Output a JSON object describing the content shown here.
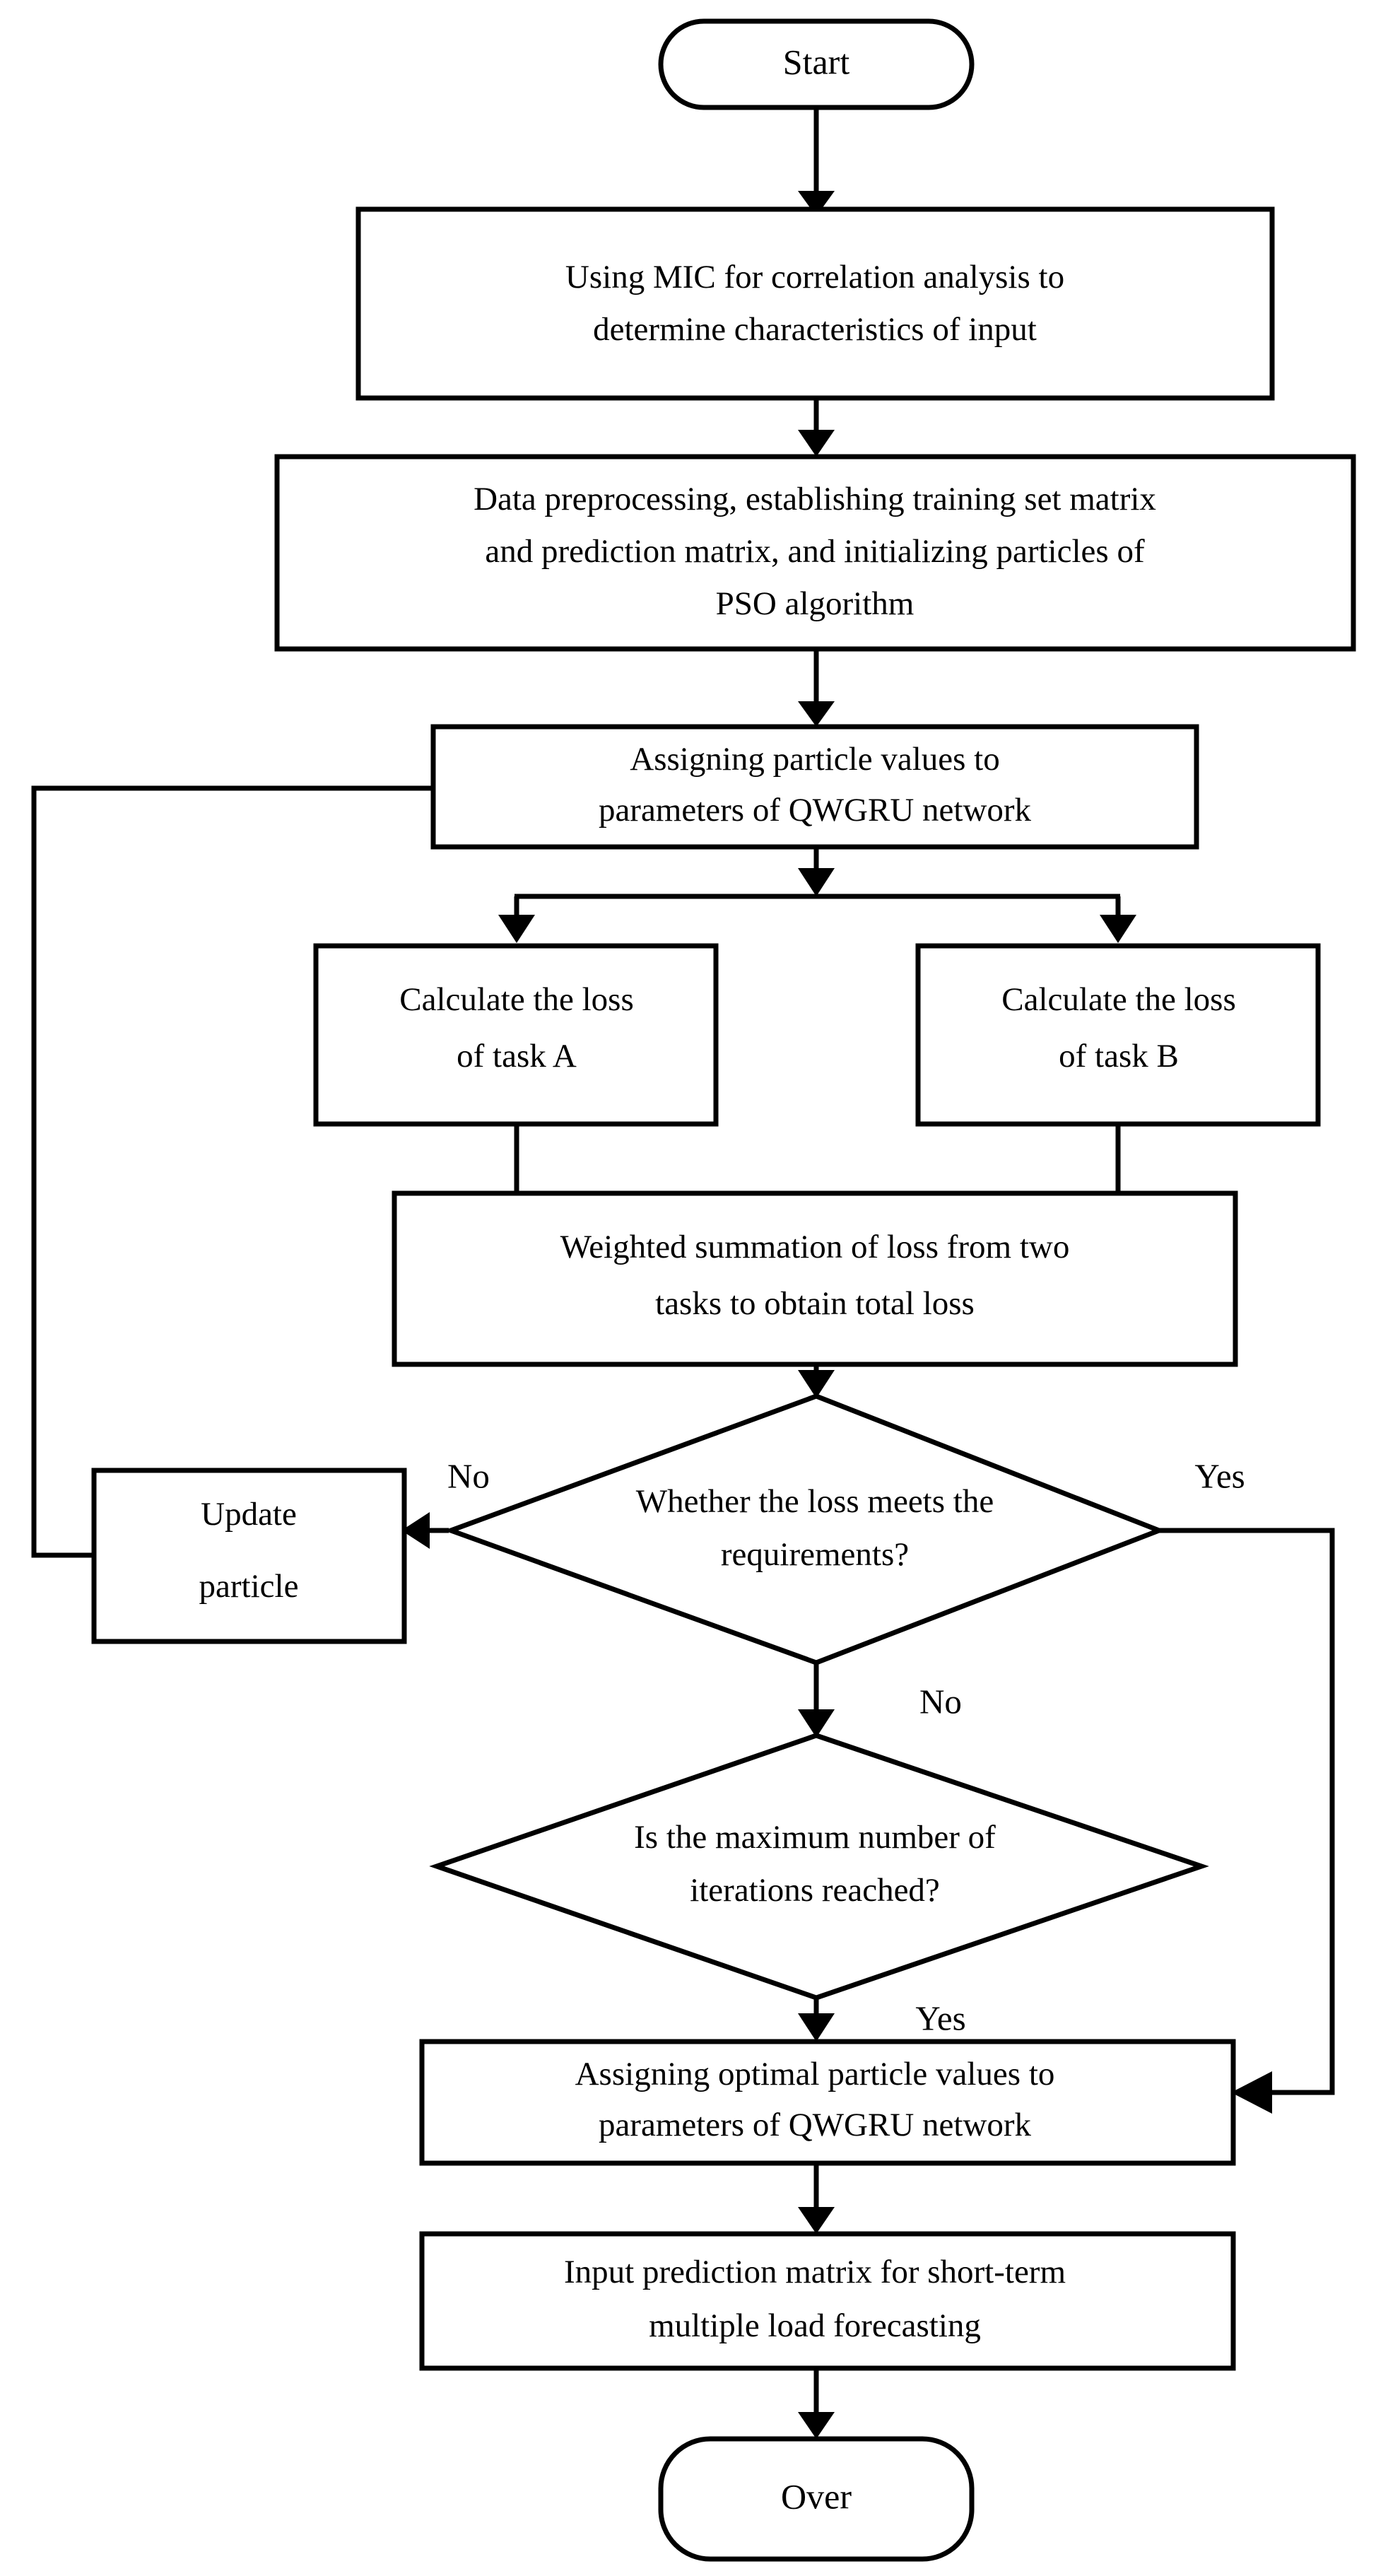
{
  "diagram": {
    "type": "flowchart",
    "title": "PSO-optimized QWGRU multi-task short-term multiple load forecasting flowchart",
    "orientation": "top-to-bottom",
    "stroke_color": "#000000",
    "fill_color": "#ffffff",
    "nodes": [
      {
        "id": "start",
        "shape": "terminator",
        "text": "Start"
      },
      {
        "id": "mic",
        "shape": "process",
        "line1": "Using MIC for correlation analysis to",
        "line2": "determine characteristics of input"
      },
      {
        "id": "preprocess",
        "shape": "process",
        "line1": "Data preprocessing, establishing training set matrix",
        "line2": "and prediction matrix, and initializing particles of",
        "line3": "PSO algorithm"
      },
      {
        "id": "assign",
        "shape": "process",
        "line1": "Assigning particle values to",
        "line2": "parameters of QWGRU network"
      },
      {
        "id": "lossA",
        "shape": "process",
        "line1": "Calculate the loss",
        "line2": "of task A"
      },
      {
        "id": "lossB",
        "shape": "process",
        "line1": "Calculate the loss",
        "line2": "of task B"
      },
      {
        "id": "weighted",
        "shape": "process",
        "line1": "Weighted summation of loss from two",
        "line2": "tasks to obtain total loss"
      },
      {
        "id": "decision1",
        "shape": "decision",
        "line1": "Whether the loss meets the",
        "line2": "requirements?"
      },
      {
        "id": "update",
        "shape": "process",
        "line1": "Update",
        "line2": "particle"
      },
      {
        "id": "decision2",
        "shape": "decision",
        "line1": "Is the maximum number of",
        "line2": "iterations reached?"
      },
      {
        "id": "assignopt",
        "shape": "process",
        "line1": "Assigning optimal particle values to",
        "line2": "parameters of QWGRU network"
      },
      {
        "id": "forecast",
        "shape": "process",
        "line1": "Input prediction matrix for short-term",
        "line2": "multiple load forecasting"
      },
      {
        "id": "over",
        "shape": "terminator",
        "text": "Over"
      }
    ],
    "edge_labels": {
      "decision1_no": "No",
      "decision1_yes": "Yes",
      "decision2_no": "No",
      "decision2_yes": "Yes"
    },
    "edges": [
      {
        "from": "start",
        "to": "mic",
        "label": ""
      },
      {
        "from": "mic",
        "to": "preprocess",
        "label": ""
      },
      {
        "from": "preprocess",
        "to": "assign",
        "label": ""
      },
      {
        "from": "assign",
        "to": "lossA",
        "label": ""
      },
      {
        "from": "assign",
        "to": "lossB",
        "label": ""
      },
      {
        "from": "lossA",
        "to": "weighted",
        "label": ""
      },
      {
        "from": "lossB",
        "to": "weighted",
        "label": ""
      },
      {
        "from": "weighted",
        "to": "decision1",
        "label": ""
      },
      {
        "from": "decision1",
        "to": "update",
        "label": "No"
      },
      {
        "from": "update",
        "to": "assign",
        "label": ""
      },
      {
        "from": "decision1",
        "to": "assignopt",
        "label": "Yes"
      },
      {
        "from": "decision1",
        "to": "decision2",
        "label": "No"
      },
      {
        "from": "decision2",
        "to": "assignopt",
        "label": "Yes"
      },
      {
        "from": "assignopt",
        "to": "forecast",
        "label": ""
      },
      {
        "from": "forecast",
        "to": "over",
        "label": ""
      }
    ]
  }
}
